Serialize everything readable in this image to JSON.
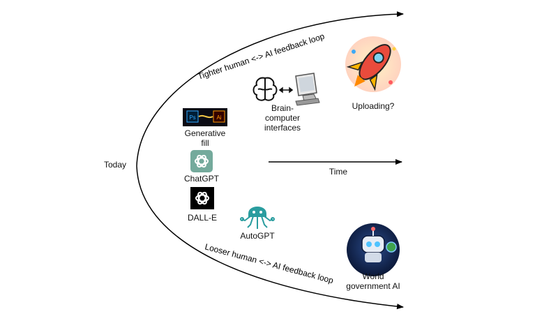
{
  "labels": {
    "today": "Today",
    "time": "Time",
    "tighter_loop": "Tighter human <-> AI feedback loop",
    "looser_loop": "Looser human <-> AI feedback loop"
  },
  "items": {
    "generative_fill": "Generative\nfill",
    "chatgpt": "ChatGPT",
    "dalle": "DALL-E",
    "autogpt": "AutoGPT",
    "bci": "Brain-\ncomputer\ninterfaces",
    "uploading": "Uploading?",
    "world_gov_ai": "World\ngovernment AI"
  },
  "logo_text": {
    "photoshop": "Ps",
    "illustrator": "Ai"
  },
  "colors": {
    "chatgpt_green": "#74aa9c",
    "ps_blue": "#31a8ff",
    "ai_orange": "#ff9a00",
    "autogpt_teal": "#2a9d9f"
  },
  "icons": [
    "brain-icon",
    "computer-icon",
    "double-arrow-icon",
    "rocket-icon",
    "robot-icon",
    "openai-logo-icon",
    "octopus-icon"
  ]
}
